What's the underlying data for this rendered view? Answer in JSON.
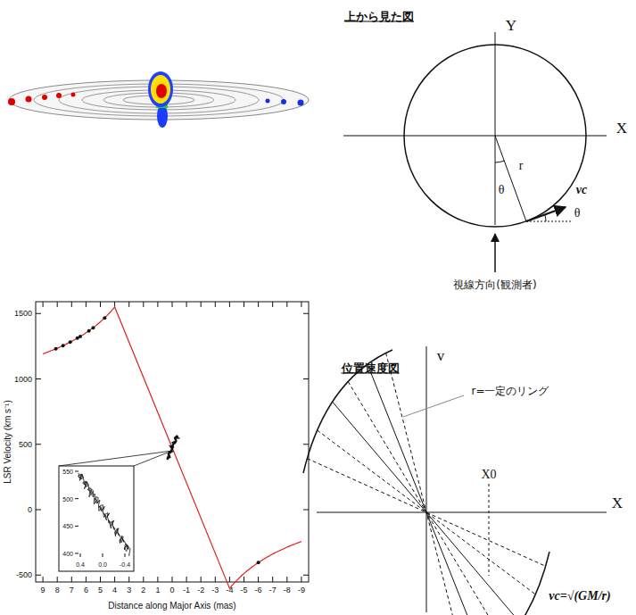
{
  "diagram": {
    "labels": [
      "上から見た図",
      "Y",
      "X",
      "r",
      "θ",
      "θ",
      "vc",
      "視線方向(観測者)",
      "位置速度図",
      "v",
      "X",
      "r=一定のリング",
      "X0",
      "vc=√(GM/r)",
      "LSR Velocity (km s⁻¹)",
      "Distance along Major Axis (mas)",
      "1500",
      "1000",
      "500",
      "0",
      "-500",
      "9",
      "8",
      "7",
      "6",
      "5",
      "4",
      "3",
      "2",
      "1",
      "0",
      "-1",
      "-2",
      "-3",
      "-4",
      "-5",
      "-6",
      "-7",
      "-8",
      "-9",
      "550",
      "500",
      "450",
      "400",
      "0.4",
      "0.0",
      "-0.4"
    ]
  }
}
